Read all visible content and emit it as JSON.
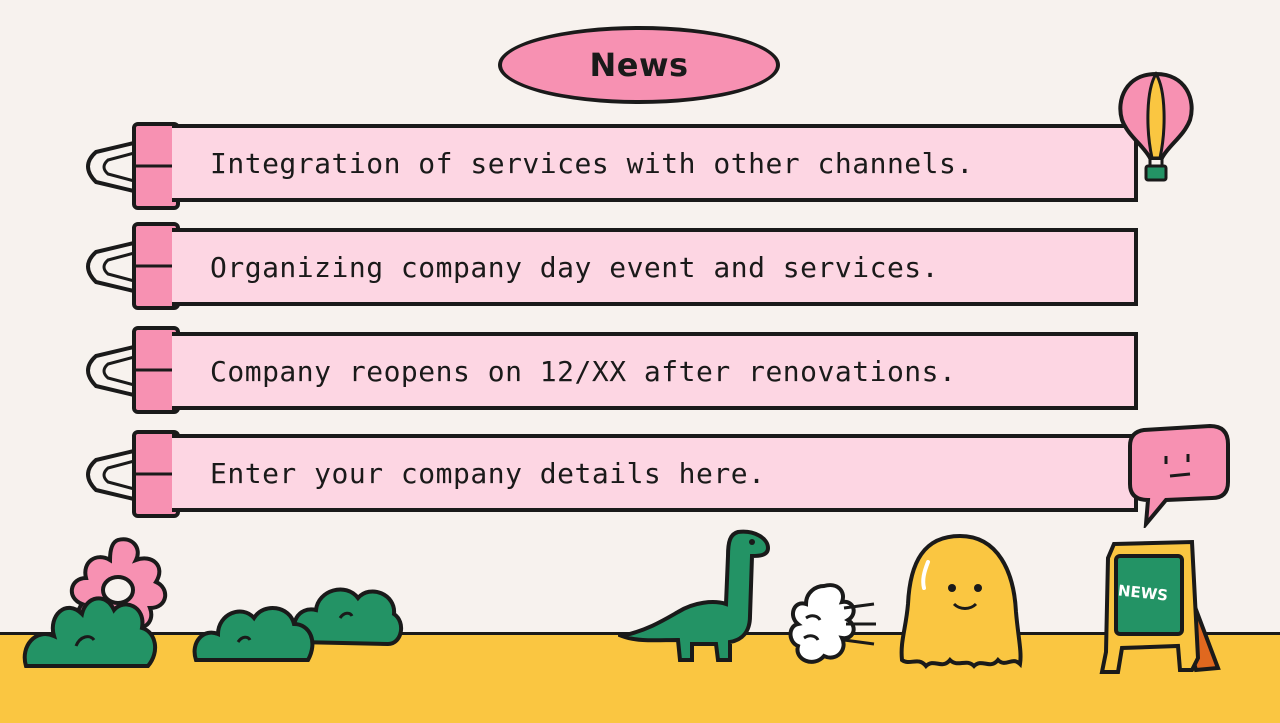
{
  "title": "News",
  "items": [
    {
      "text": "Integration of services with other channels."
    },
    {
      "text": "Organizing company day event and services."
    },
    {
      "text": "Company reopens on 12/XX after renovations."
    },
    {
      "text": "Enter your company details here."
    }
  ],
  "sign_text": "NEWS",
  "colors": {
    "background": "#f7f2ee",
    "pink": "#f791b2",
    "light_pink": "#fdd6e3",
    "yellow": "#fac641",
    "green": "#239365",
    "outline": "#1a1a1a",
    "orange": "#e0681f"
  }
}
